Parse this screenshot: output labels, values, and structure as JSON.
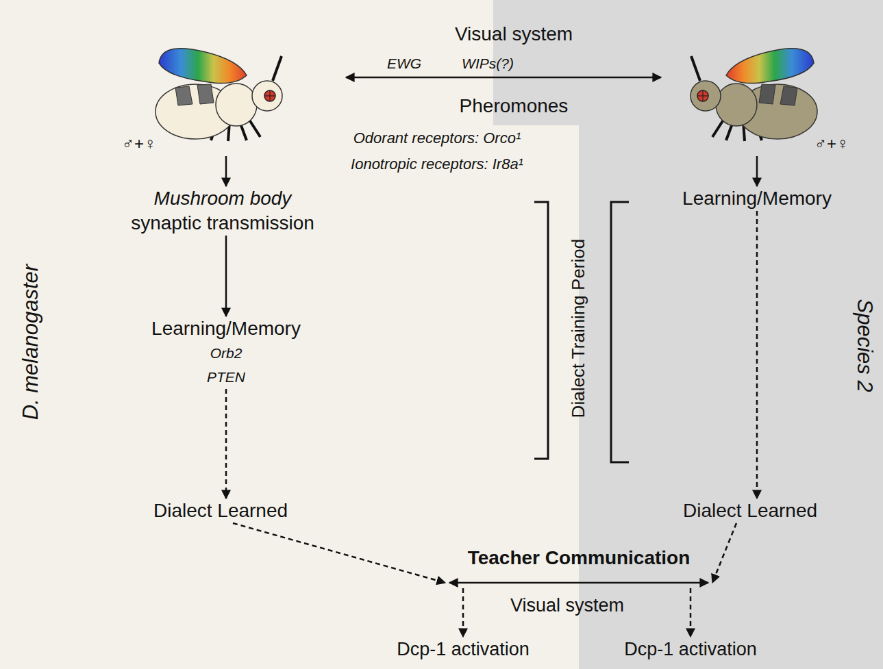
{
  "diagram": {
    "nodes": [
      {
        "text": [
          "♂+♀"
        ]
      },
      {
        "text": [
          "Mushroom body",
          "synaptic transmission"
        ]
      },
      {
        "text": [
          "Learning/Memory",
          "Orb2",
          "PTEN"
        ]
      },
      {
        "text": [
          "Dialect Learned"
        ]
      },
      {
        "text": [
          "♂+♀"
        ]
      },
      {
        "text": [
          "Learning/Memory"
        ]
      },
      {
        "text": [
          "Dialect Learned"
        ]
      },
      {
        "text": [
          "Teacher Communication"
        ]
      },
      {
        "text": [
          "Dcp-1 activation"
        ]
      },
      {
        "text": [
          "Dcp-1 activation"
        ]
      }
    ],
    "edges": [
      {
        "from": 0,
        "to": 4,
        "arrow": "both",
        "label": "Visual system"
      },
      {
        "from": 0,
        "to": 1,
        "arrow": "to"
      },
      {
        "from": 1,
        "to": 2,
        "arrow": "to"
      },
      {
        "from": 2,
        "to": 3,
        "arrow": "to"
      },
      {
        "from": 4,
        "to": 5,
        "arrow": "to"
      },
      {
        "from": 5,
        "to": 6,
        "arrow": "to"
      },
      {
        "from": 3,
        "to": 7,
        "arrow": "to"
      },
      {
        "from": 6,
        "to": 7,
        "arrow": "to"
      },
      {
        "from": 7,
        "to": 8,
        "arrow": "to"
      },
      {
        "from": 7,
        "to": 9,
        "arrow": "to"
      }
    ],
    "labels": [
      "EWG",
      "WIPs(?)",
      "Pheromones",
      "Odorant receptors: Orco¹",
      "Ionotropic receptors: Ir8a¹",
      "Dialect Training Period",
      "D. melanogaster",
      "Species 2",
      "Visual system"
    ]
  }
}
